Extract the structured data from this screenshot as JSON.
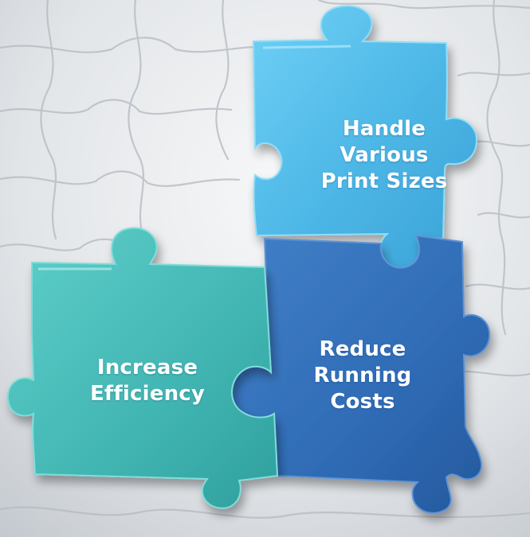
{
  "scene": {
    "palette": {
      "background_light": "#f2f4f6",
      "background_shadow": "#b9bfc6",
      "piece_light_blue": "#4fb8e6",
      "piece_teal": "#3fb3b0",
      "piece_dark_blue": "#2f6bb5",
      "label_text": "#ffffff"
    }
  },
  "pieces": {
    "top": {
      "color": "#4fb8e6",
      "label_lines": [
        "Handle",
        "Various",
        "Print Sizes"
      ]
    },
    "left": {
      "color": "#3fb3b0",
      "label_lines": [
        "Increase",
        "Efficiency"
      ]
    },
    "right": {
      "color": "#2f6bb5",
      "label_lines": [
        "Reduce",
        "Running",
        "Costs"
      ]
    }
  }
}
